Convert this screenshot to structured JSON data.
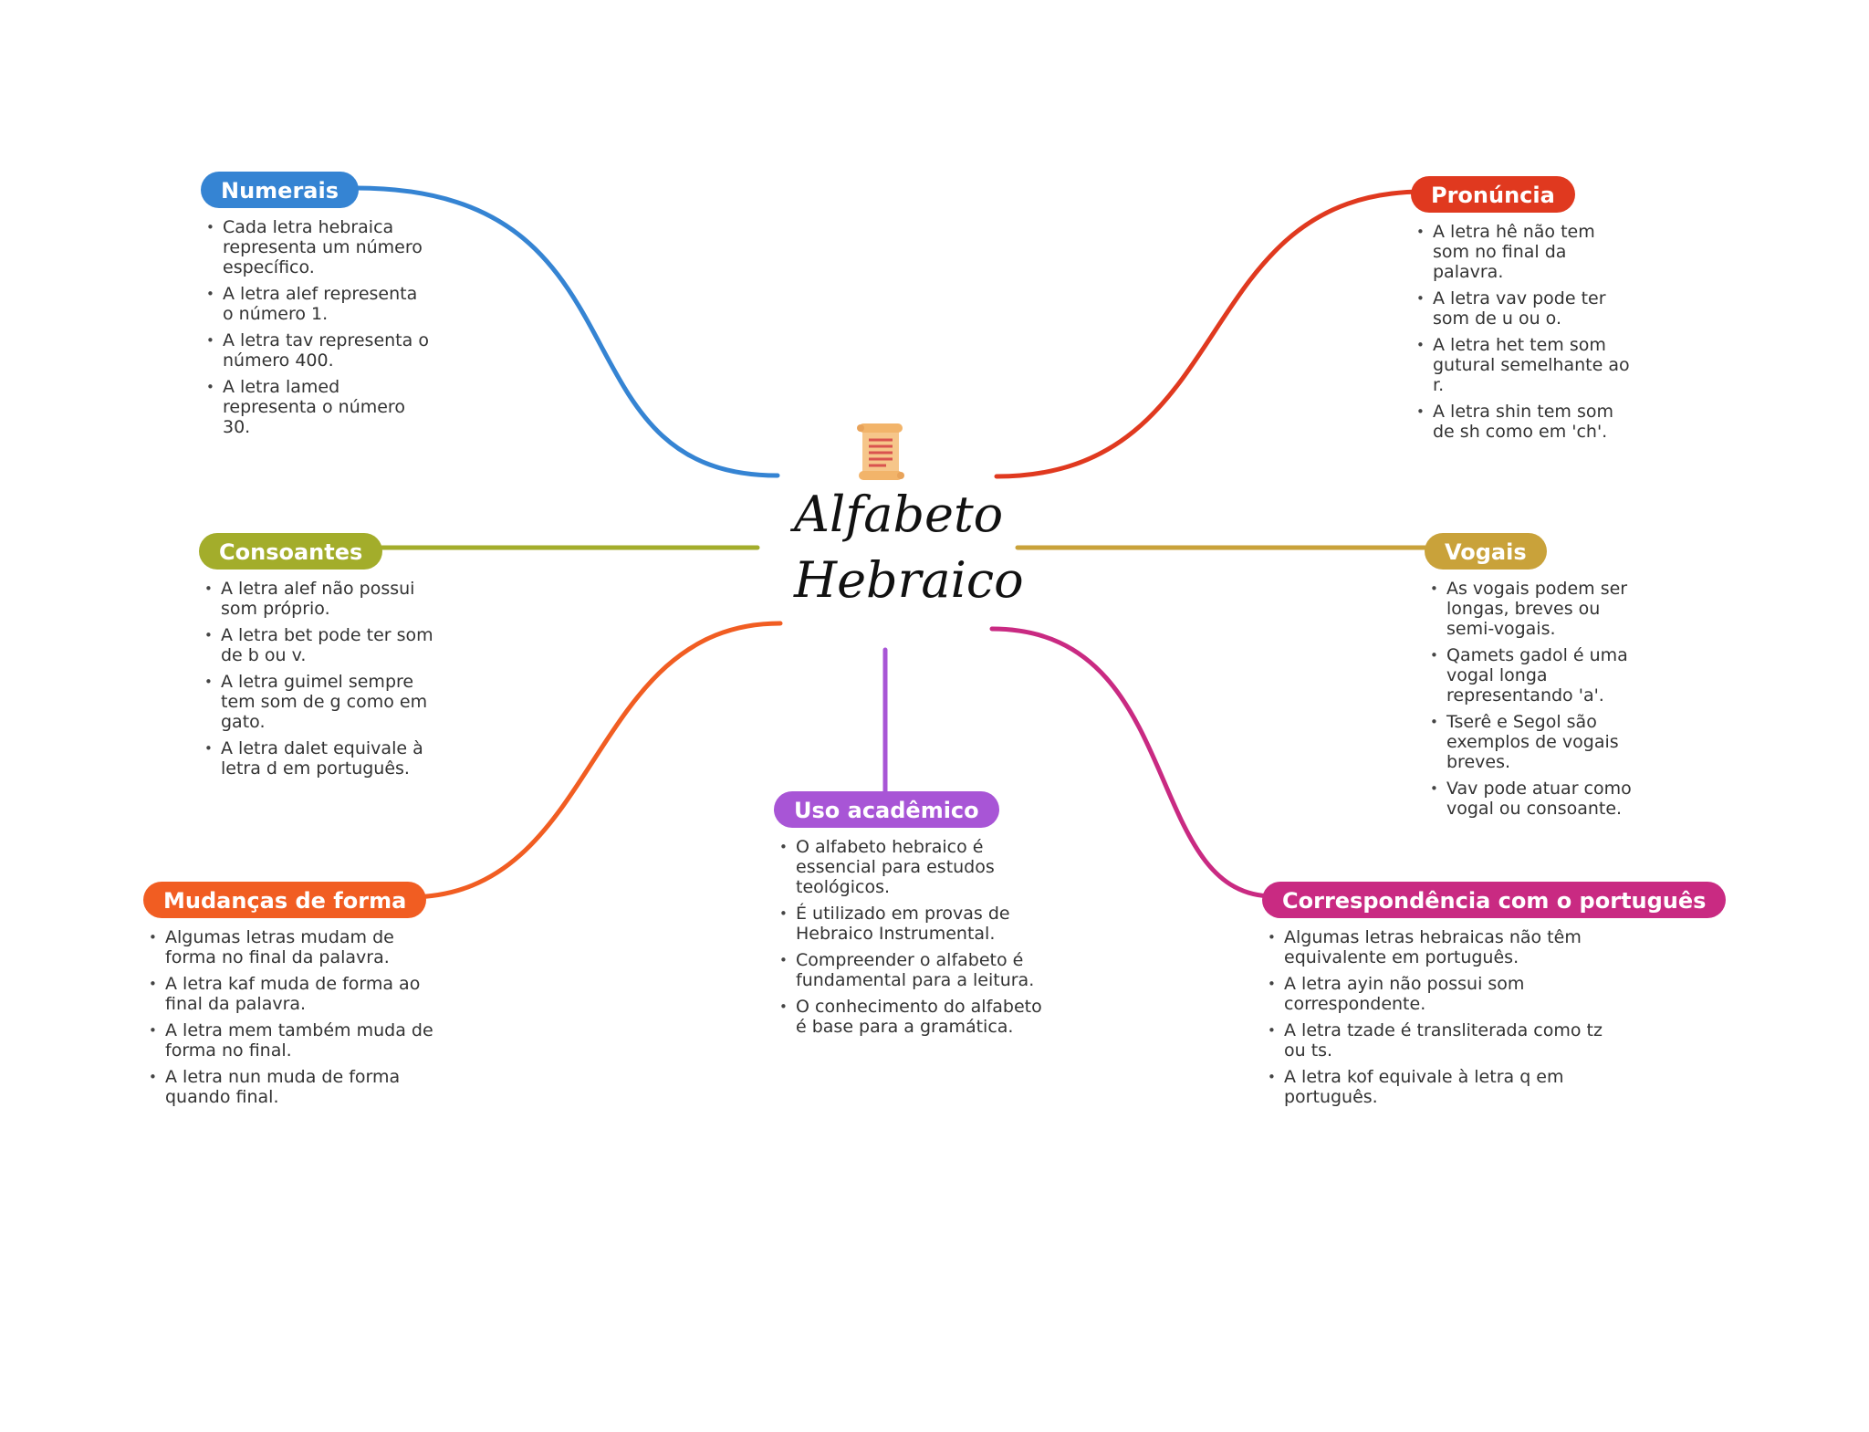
{
  "center": {
    "title_line1": "Alfabeto",
    "title_line2": "Hebraico",
    "icon": "scroll-icon"
  },
  "colors": {
    "numerais": "#3584d3",
    "consoantes": "#a3ad2b",
    "mudancas": "#f15d22",
    "uso": "#a855d6",
    "pronuncia": "#e0391f",
    "vogais": "#c9a23a",
    "correspondencia": "#c92a82"
  },
  "branches": {
    "numerais": {
      "label": "Numerais",
      "items": [
        "Cada letra hebraica representa um número específico.",
        "A letra alef representa o número 1.",
        "A letra tav representa o número 400.",
        "A letra lamed representa o número 30."
      ]
    },
    "consoantes": {
      "label": "Consoantes",
      "items": [
        "A letra alef não possui som próprio.",
        "A letra bet pode ter som de b ou v.",
        "A letra guimel sempre tem som de g como em gato.",
        "A letra dalet equivale à letra d em português."
      ]
    },
    "mudancas": {
      "label": "Mudanças de forma",
      "items": [
        "Algumas letras mudam de forma no final da palavra.",
        "A letra kaf muda de forma ao final da palavra.",
        "A letra mem também muda de forma no final.",
        "A letra nun muda de forma quando final."
      ]
    },
    "uso": {
      "label": "Uso acadêmico",
      "items": [
        "O alfabeto hebraico é essencial para estudos teológicos.",
        "É utilizado em provas de Hebraico Instrumental.",
        "Compreender o alfabeto é fundamental para a leitura.",
        "O conhecimento do alfabeto é base para a gramática."
      ]
    },
    "pronuncia": {
      "label": "Pronúncia",
      "items": [
        "A letra hê não tem som no final da palavra.",
        "A letra vav pode ter som de u ou o.",
        "A letra het tem som gutural semelhante ao r.",
        "A letra shin tem som de sh como em 'ch'."
      ]
    },
    "vogais": {
      "label": "Vogais",
      "items": [
        "As vogais podem ser longas, breves ou semi-vogais.",
        "Qamets gadol é uma vogal longa representando 'a'.",
        "Tserê e Segol são exemplos de vogais breves.",
        "Vav pode atuar como vogal ou consoante."
      ]
    },
    "correspondencia": {
      "label": "Correspondência com o português",
      "items": [
        "Algumas letras hebraicas não têm equivalente em português.",
        "A letra ayin não possui som correspondente.",
        "A letra tzade é transliterada como tz ou ts.",
        "A letra kof equivale à letra q em português."
      ]
    }
  }
}
